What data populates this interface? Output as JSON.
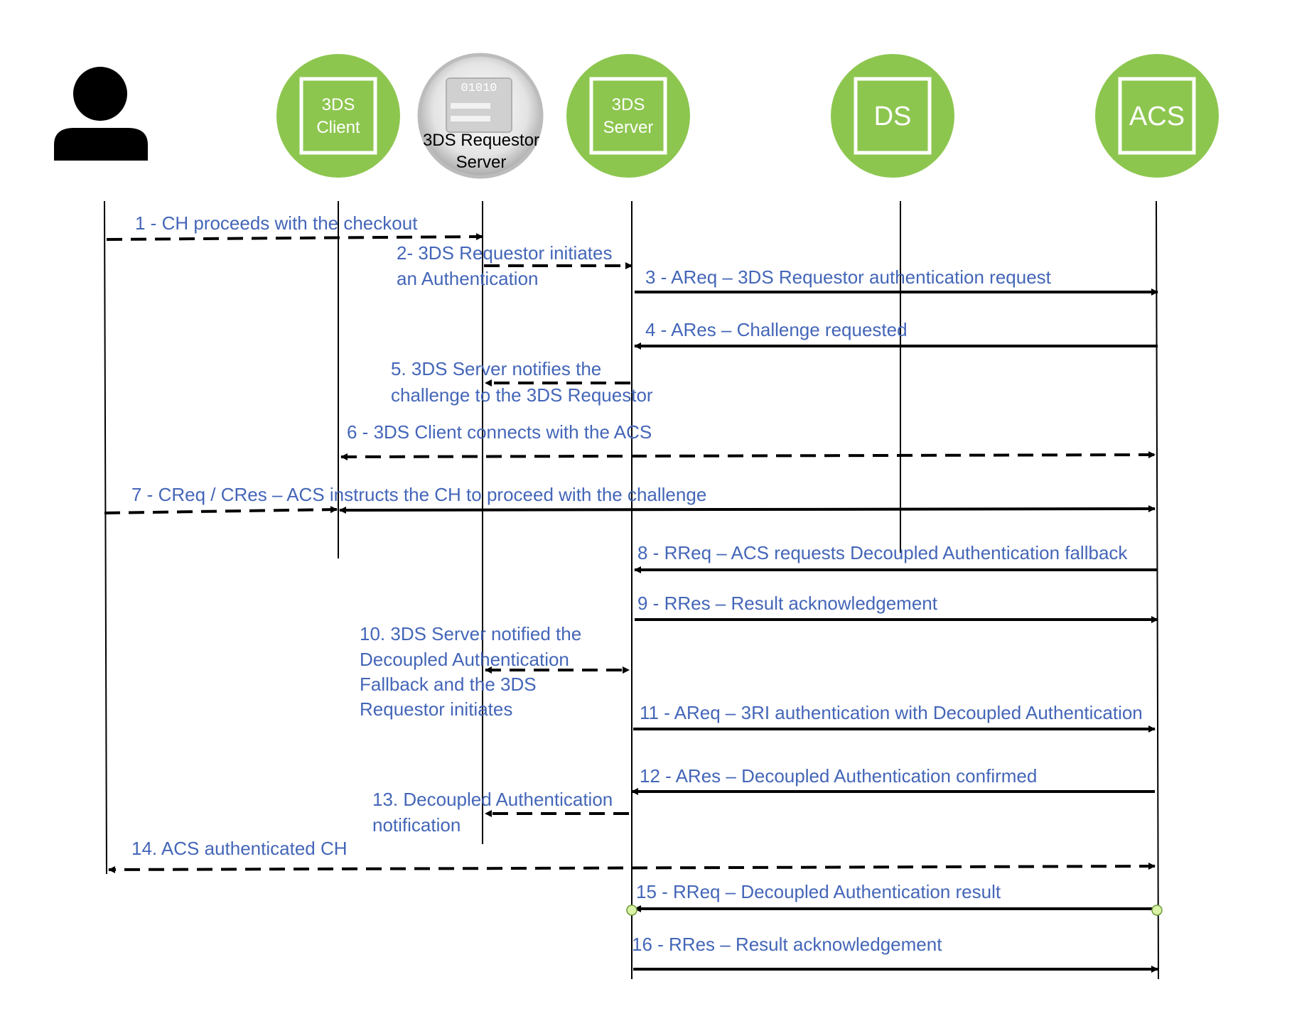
{
  "colors": {
    "node_fill": "#8dc64f",
    "node_text": "#ffffff",
    "message_text": "#4466b8",
    "line": "#000000",
    "server_icon": "#bcbcbc",
    "endpoint_dot": "#d9f2a6"
  },
  "participants": [
    {
      "id": "ch",
      "icon": "person-icon",
      "lines": []
    },
    {
      "id": "client",
      "icon": "green-circle-node",
      "lines": [
        "3DS",
        "Client"
      ]
    },
    {
      "id": "requestor",
      "icon": "server-icon",
      "server_digits": "01010",
      "lines": [
        "3DS Requestor",
        "Server"
      ]
    },
    {
      "id": "server",
      "icon": "green-circle-node",
      "lines": [
        "3DS",
        "Server"
      ]
    },
    {
      "id": "ds",
      "icon": "green-circle-node",
      "lines": [
        "DS"
      ]
    },
    {
      "id": "acs",
      "icon": "green-circle-node",
      "lines": [
        "ACS"
      ]
    }
  ],
  "messages": [
    {
      "lines": [
        "1 - CH proceeds with the checkout"
      ],
      "style": "dashed"
    },
    {
      "lines": [
        "2-  3DS Requestor initiates",
        "an Authentication"
      ],
      "style": "dashed"
    },
    {
      "lines": [
        "3 - AReq – 3DS Requestor authentication request"
      ],
      "style": "solid"
    },
    {
      "lines": [
        "4 - ARes – Challenge requested"
      ],
      "style": "solid"
    },
    {
      "lines": [
        "5. 3DS Server notifies the",
        "challenge to the 3DS Requestor"
      ],
      "style": "dashed"
    },
    {
      "lines": [
        "6 - 3DS Client connects with the ACS"
      ],
      "style": "dashed"
    },
    {
      "lines": [
        "7 - CReq / CRes – ACS instructs the CH to proceed with the challenge"
      ],
      "style": "mixed"
    },
    {
      "lines": [
        "8 - RReq – ACS requests Decoupled Authentication fallback"
      ],
      "style": "solid"
    },
    {
      "lines": [
        "9 - RRes – Result acknowledgement"
      ],
      "style": "solid"
    },
    {
      "lines": [
        "10. 3DS Server notified the",
        "Decoupled Authentication",
        "Fallback and the 3DS",
        "Requestor initiates"
      ],
      "style": "dashed"
    },
    {
      "lines": [
        "11 - AReq – 3RI authentication with Decoupled Authentication"
      ],
      "style": "solid"
    },
    {
      "lines": [
        "12 - ARes – Decoupled Authentication confirmed"
      ],
      "style": "solid"
    },
    {
      "lines": [
        "13. Decoupled Authentication",
        "notification"
      ],
      "style": "dashed"
    },
    {
      "lines": [
        "14. ACS authenticated CH"
      ],
      "style": "dashed"
    },
    {
      "lines": [
        "15 - RReq – Decoupled Authentication result"
      ],
      "style": "solid"
    },
    {
      "lines": [
        "16 - RRes – Result acknowledgement"
      ],
      "style": "solid"
    }
  ]
}
